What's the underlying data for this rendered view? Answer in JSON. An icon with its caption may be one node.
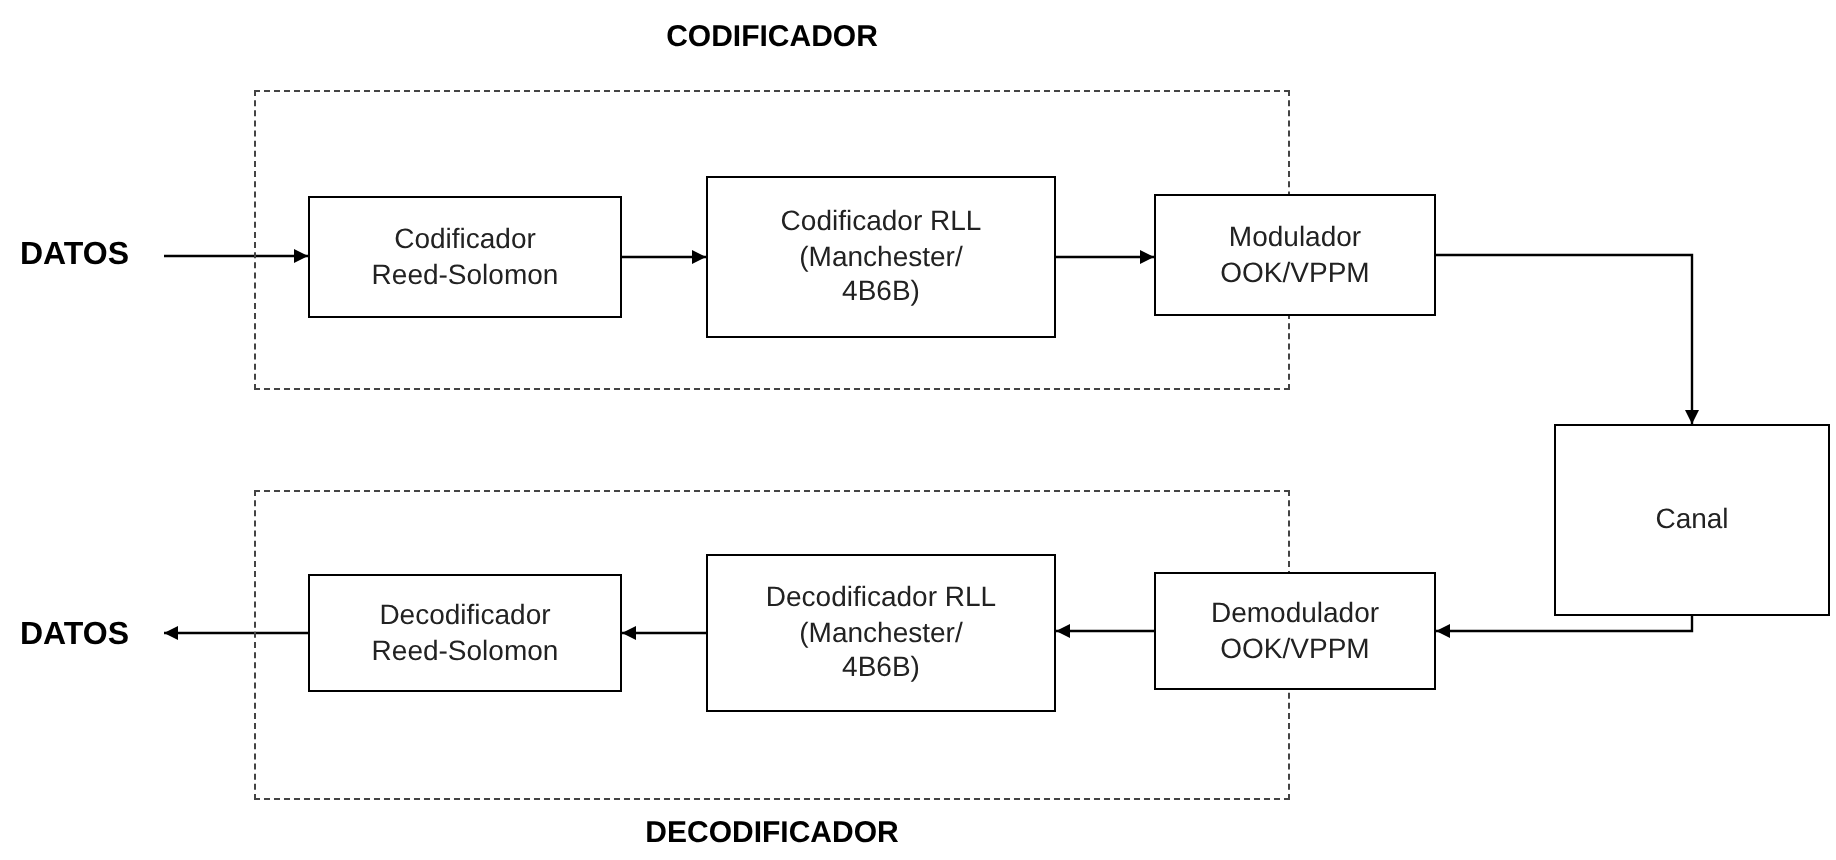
{
  "diagram": {
    "nodes": [
      {
        "text": [
          "CODIFICADOR"
        ]
      },
      {
        "text": [
          "DATOS"
        ]
      },
      {
        "text": [
          "Codificador Reed-Solomon"
        ],
        "in": 0
      },
      {
        "text": [
          "Codificador RLL (Manchester/ 4B6B)"
        ],
        "in": 0
      },
      {
        "text": [
          "Modulador OOK/VPPM"
        ]
      },
      {
        "text": [
          "Canal"
        ]
      },
      {
        "text": [
          "DECODIFICADOR"
        ]
      },
      {
        "text": [
          "DATOS"
        ]
      },
      {
        "text": [
          "Decodificador Reed-Solomon"
        ],
        "in": 6
      },
      {
        "text": [
          "Decodificador RLL (Manchester/ 4B6B)"
        ],
        "in": 6
      },
      {
        "text": [
          "Demodulador OOK/VPPM"
        ]
      }
    ],
    "edges": [
      {
        "from": 1,
        "to": 2,
        "arrow": "to"
      },
      {
        "from": 2,
        "to": 3,
        "arrow": "to"
      },
      {
        "from": 3,
        "to": 4,
        "arrow": "to"
      },
      {
        "from": 4,
        "to": 5,
        "arrow": "to"
      },
      {
        "from": 5,
        "to": 10,
        "arrow": "to"
      },
      {
        "from": 10,
        "to": 9,
        "arrow": "to"
      },
      {
        "from": 9,
        "to": 8,
        "arrow": "to"
      },
      {
        "from": 8,
        "to": 7,
        "arrow": "to"
      }
    ]
  }
}
